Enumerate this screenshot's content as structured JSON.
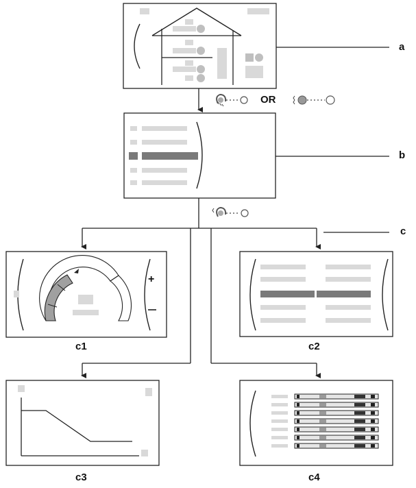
{
  "labels": {
    "a": "a",
    "b": "b",
    "c": "c",
    "c1": "c1",
    "c2": "c2",
    "c3": "c3",
    "c4": "c4",
    "or": "OR"
  },
  "icons": {
    "knob_turn": "knob-turn-icon",
    "knob_press": "knob-press-icon",
    "arrow": "arrow-down-icon"
  },
  "colors": {
    "stroke": "#222222",
    "placeholder_light": "#d9d9d9",
    "placeholder_mid": "#bfbfbf",
    "placeholder_dark": "#7a7a7a",
    "gauge_active": "#a0a0a0"
  }
}
